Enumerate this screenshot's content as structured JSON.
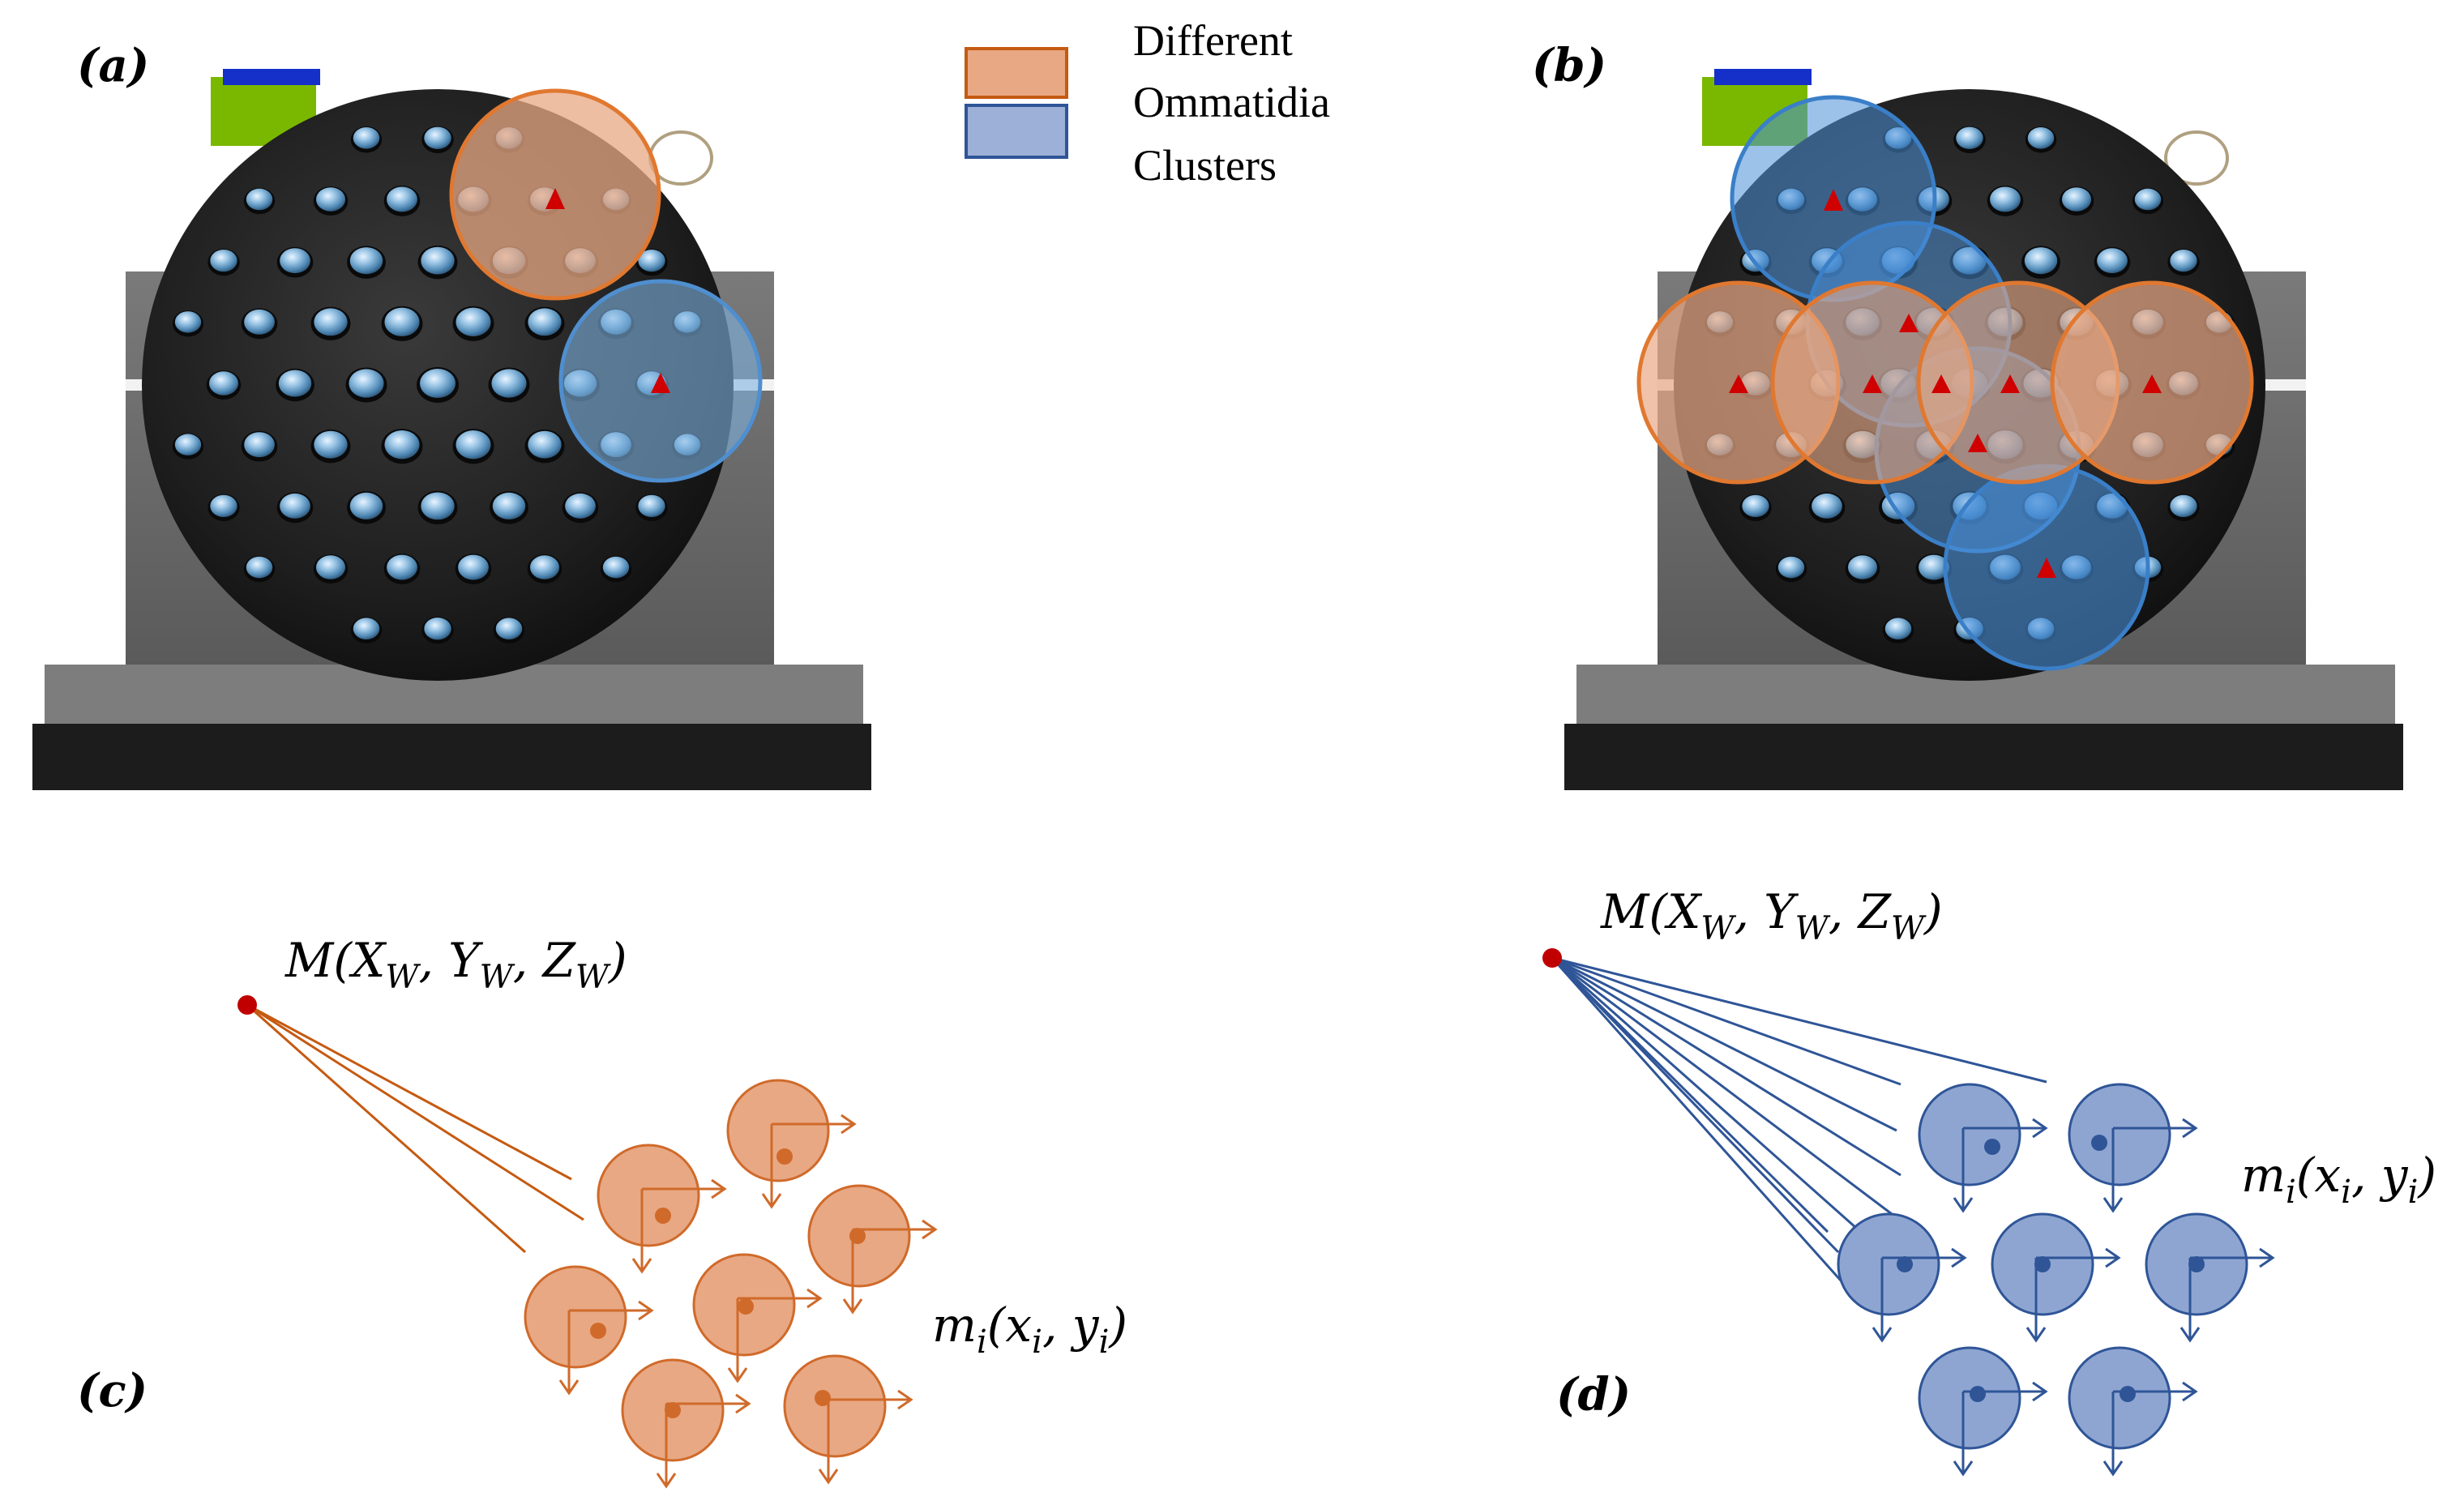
{
  "panels": {
    "a": {
      "label": "(a)"
    },
    "b": {
      "label": "(b)"
    },
    "c": {
      "label": "(c)"
    },
    "d": {
      "label": "(d)"
    }
  },
  "legend": {
    "lines": [
      "Different",
      "Ommatidia",
      "Clusters"
    ],
    "colors": {
      "orange": "#E8A884",
      "orange_edge": "#C55A11",
      "blue": "#9DB0D8",
      "blue_edge": "#2F5597"
    }
  },
  "equations": {
    "world_point": {
      "base": "M(X",
      "sub1": "W",
      "sep1": ", Y",
      "sub2": "W",
      "sep2": ", Z",
      "sub3": "W",
      "end": ")"
    },
    "image_point": {
      "base": "m",
      "sub0": "i",
      "open": "(x",
      "sub1": "i",
      "sep": ", y",
      "sub2": "i",
      "end": ")"
    }
  },
  "colors": {
    "red_point": "#C00000",
    "orange_line": "#C55A11",
    "blue_line": "#2F5597",
    "orange_fill": "#E8A884",
    "blue_fill": "#8EA5D2"
  }
}
